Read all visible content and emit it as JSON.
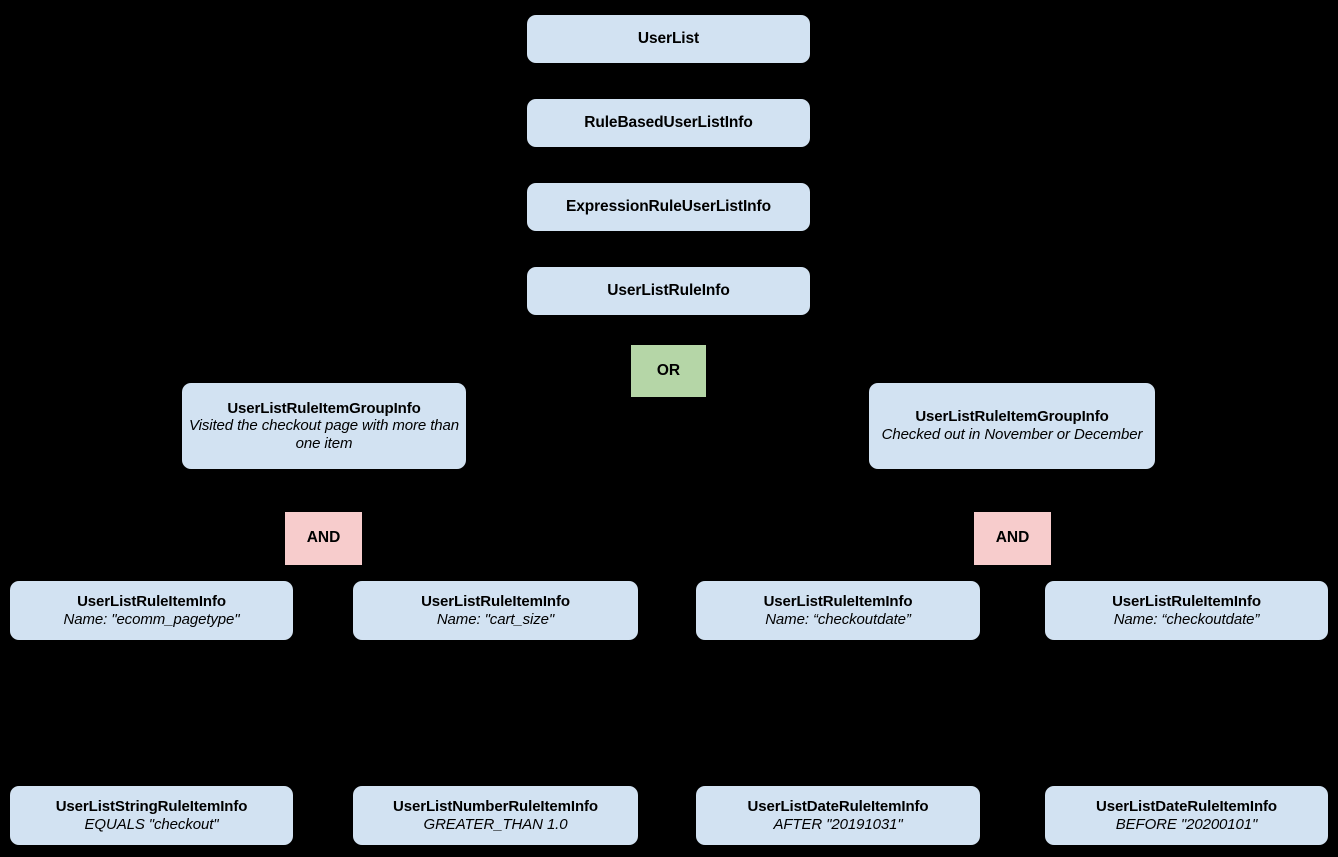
{
  "diagram": {
    "type": "hierarchy-tree",
    "background_color": "#000000",
    "entity_node_color": "#d2e2f2",
    "or_node_color": "#b5d6a7",
    "and_node_color": "#f7cccc",
    "text_color": "#000000",
    "edge_color": "#000000"
  },
  "nodes": {
    "root": {
      "title": "UserList"
    },
    "level2": {
      "title": "RuleBasedUserListInfo"
    },
    "level3": {
      "title": "ExpressionRuleUserListInfo"
    },
    "level4": {
      "title": "UserListRuleInfo"
    },
    "or_operator": {
      "label": "OR"
    },
    "group_left": {
      "title": "UserListRuleItemGroupInfo",
      "subtitle": "Visited the checkout page with more than one item"
    },
    "group_right": {
      "title": "UserListRuleItemGroupInfo",
      "subtitle": "Checked out in November or December"
    },
    "and_left": {
      "label": "AND"
    },
    "and_right": {
      "label": "AND"
    },
    "items": [
      {
        "title": "UserListRuleItemInfo",
        "subtitle": "Name: \"ecomm_pagetype\""
      },
      {
        "title": "UserListRuleItemInfo",
        "subtitle": "Name: \"cart_size\""
      },
      {
        "title": "UserListRuleItemInfo",
        "subtitle": "Name: “checkoutdate”"
      },
      {
        "title": "UserListRuleItemInfo",
        "subtitle": "Name: “checkoutdate”"
      }
    ],
    "values": [
      {
        "title": "UserListStringRuleItemInfo",
        "subtitle": "EQUALS \"checkout\""
      },
      {
        "title": "UserListNumberRuleItemInfo",
        "subtitle": "GREATER_THAN 1.0"
      },
      {
        "title": "UserListDateRuleItemInfo",
        "subtitle": "AFTER \"20191031\""
      },
      {
        "title": "UserListDateRuleItemInfo",
        "subtitle": "BEFORE \"20200101\""
      }
    ]
  }
}
